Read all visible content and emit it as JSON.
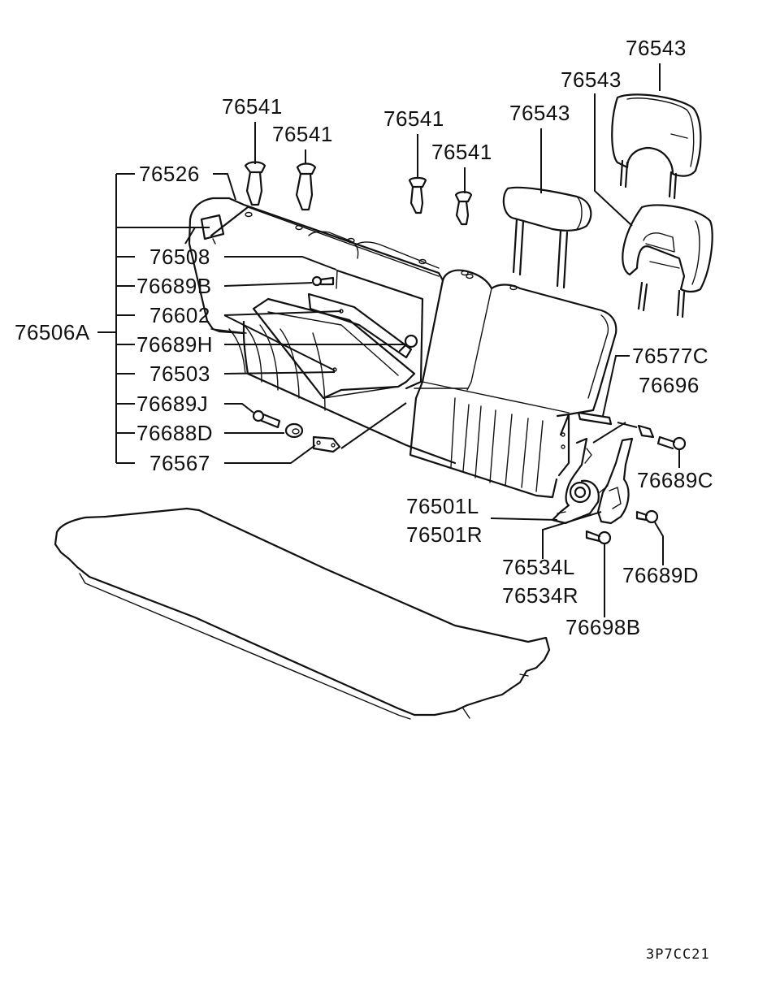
{
  "diagram": {
    "labels": {
      "p76543_a": "76543",
      "p76543_b": "76543",
      "p76543_c": "76543",
      "p76541_a": "76541",
      "p76541_b": "76541",
      "p76541_c": "76541",
      "p76541_d": "76541",
      "p76526": "76526",
      "p76508": "76508",
      "p76689B": "76689B",
      "p76602": "76602",
      "p76506A": "76506A",
      "p76689H": "76689H",
      "p76503": "76503",
      "p76689J": "76689J",
      "p76688D": "76688D",
      "p76567": "76567",
      "p76577C": "76577C",
      "p76696": "76696",
      "p76689C": "76689C",
      "p76501L": "76501L",
      "p76501R": "76501R",
      "p76534L": "76534L",
      "p76534R": "76534R",
      "p76689D": "76689D",
      "p76698B": "76698B"
    },
    "code": "3P7CC21"
  }
}
